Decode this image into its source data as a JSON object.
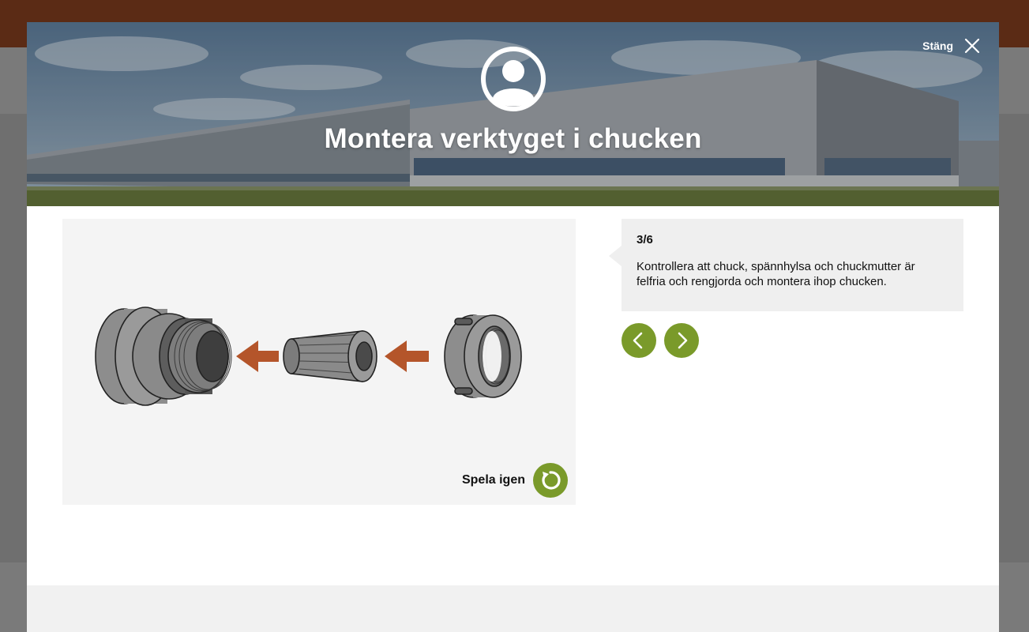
{
  "modal": {
    "title": "Montera verktyget i chucken",
    "close_label": "Stäng"
  },
  "step": {
    "counter": "3/6",
    "text": "Kontrollera att chuck, spännhylsa och chuckmutter är felfria och rengjorda och montera ihop chucken."
  },
  "illustration": {
    "replay_label": "Spela igen"
  },
  "colors": {
    "accent_green": "#7a9a2a",
    "arrow_orange": "#b4552a",
    "header_brown": "#5b2b15"
  },
  "icons": {
    "avatar": "user-circle-icon",
    "close": "close-icon",
    "replay": "replay-icon",
    "prev": "chevron-left-icon",
    "next": "chevron-right-icon"
  }
}
